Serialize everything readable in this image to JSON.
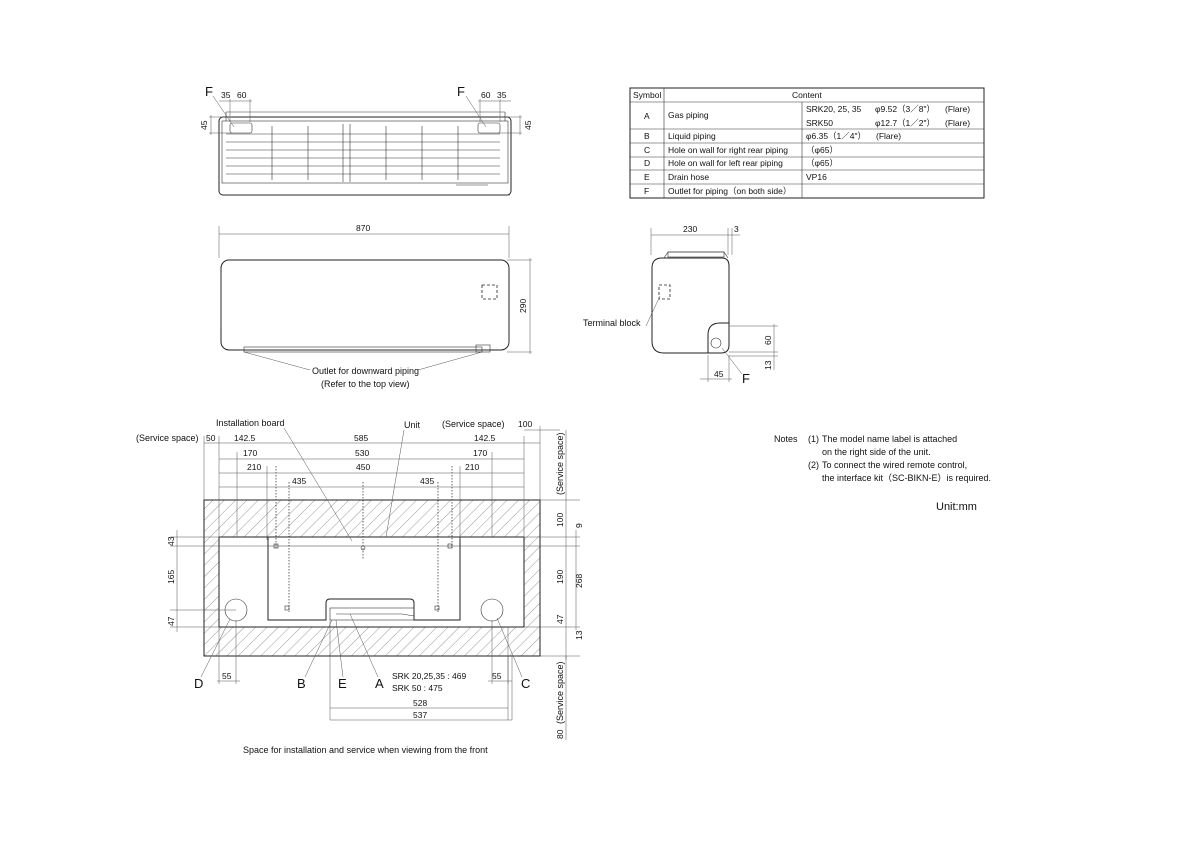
{
  "symbol_table": {
    "headers": [
      "Symbol",
      "Content"
    ],
    "rows": [
      {
        "symbol": "A",
        "item": "Gas piping",
        "spec_lines": [
          {
            "model": "SRK20, 25, 35",
            "value": "φ9.52（3／8\"）",
            "note": "(Flare)"
          },
          {
            "model": "SRK50",
            "value": "φ12.7（1／2\"）",
            "note": "(Flare)"
          }
        ]
      },
      {
        "symbol": "B",
        "item": "Liquid piping",
        "spec_lines": [
          {
            "model": "",
            "value": "φ6.35（1／4\"）",
            "note": "(Flare)"
          }
        ]
      },
      {
        "symbol": "C",
        "item": "Hole on wall for right rear piping",
        "spec_lines": [
          {
            "model": "",
            "value": "（φ65）",
            "note": ""
          }
        ]
      },
      {
        "symbol": "D",
        "item": "Hole on wall for left rear piping",
        "spec_lines": [
          {
            "model": "",
            "value": "（φ65）",
            "note": ""
          }
        ]
      },
      {
        "symbol": "E",
        "item": "Drain hose",
        "spec_lines": [
          {
            "model": "",
            "value": "VP16",
            "note": ""
          }
        ]
      },
      {
        "symbol": "F",
        "item": "Outlet for piping（on both side）",
        "spec_lines": []
      }
    ]
  },
  "top_view": {
    "marker_left": "F",
    "marker_right": "F",
    "dims": {
      "left_35": "35",
      "left_60": "60",
      "right_60": "60",
      "right_35": "35",
      "left_45": "45",
      "right_45": "45"
    }
  },
  "front_view": {
    "width": "870",
    "height": "290",
    "outlet_label_1": "Outlet for downward piping",
    "outlet_label_2": "(Refer to the top view)"
  },
  "side_view": {
    "depth": "230",
    "gap": "3",
    "dim_60": "60",
    "dim_13": "13",
    "dim_45": "45",
    "terminal_label": "Terminal block",
    "marker": "F"
  },
  "install_view": {
    "installation_board": "Installation board",
    "unit": "Unit",
    "service_left": "(Service space)",
    "service_top": "(Service space)",
    "service_right_top": "(Service space)",
    "service_right_bottom": "(Service space)",
    "dims": {
      "s50": "50",
      "s100": "100",
      "a142_5_l": "142.5",
      "a585": "585",
      "a142_5_r": "142.5",
      "a170_l": "170",
      "a530": "530",
      "a170_r": "170",
      "a210_l": "210",
      "a450": "450",
      "a210_r": "210",
      "a435_l": "435",
      "a435_r": "435",
      "v100": "100",
      "v9": "9",
      "v43": "43",
      "v165": "165",
      "v190": "190",
      "v268": "268",
      "v47_l": "47",
      "v47_r": "47",
      "v13": "13",
      "h55_l": "55",
      "h55_r": "55",
      "h528": "528",
      "h537": "537",
      "v80": "80"
    },
    "markers": {
      "D": "D",
      "B": "B",
      "E": "E",
      "A": "A",
      "C": "C"
    },
    "model_line_1": "SRK 20,25,35 : 469",
    "model_line_2": "SRK 50          : 475",
    "caption": "Space for installation and service when viewing from the front"
  },
  "notes": {
    "title": "Notes",
    "items": [
      {
        "num": "(1)",
        "text": "The model name label is attached",
        "text2": "on the right side of the unit."
      },
      {
        "num": "(2)",
        "text": "To connect the wired remote control,",
        "text2": "the interface kit（SC-BIKN-E）is required."
      }
    ]
  },
  "unit_label": "Unit:mm"
}
